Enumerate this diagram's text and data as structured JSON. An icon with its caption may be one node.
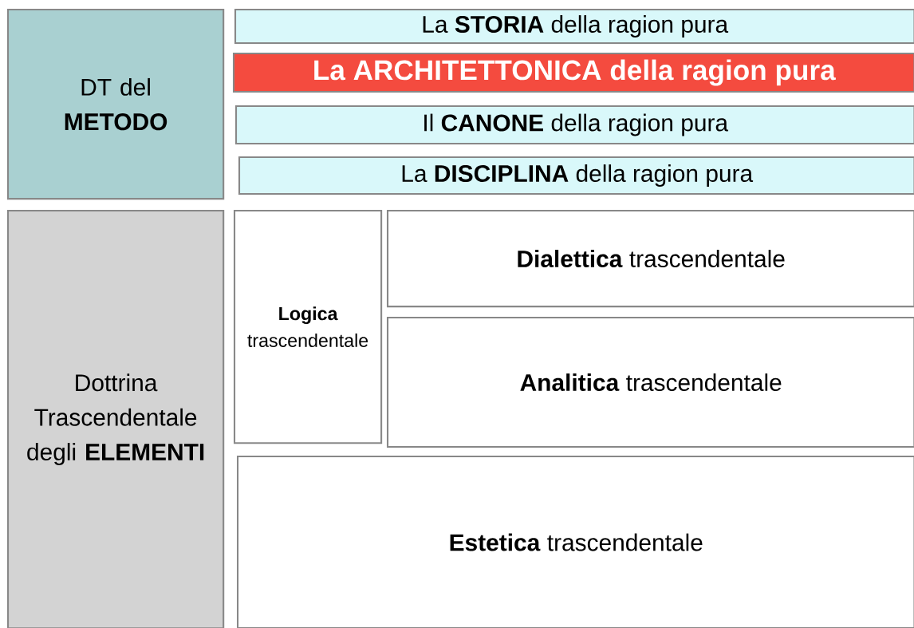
{
  "diagram": {
    "nodes": [
      {
        "text": [
          "DT del **METODO**"
        ]
      },
      {
        "text": [
          "La **STORIA** della ragion pura"
        ]
      },
      {
        "text": [
          "La ARCHITETTONICA della ragion pura"
        ]
      },
      {
        "text": [
          "Il **CANONE** della ragion pura"
        ]
      },
      {
        "text": [
          "La **DISCIPLINA** della ragion pura"
        ]
      },
      {
        "text": [
          "Dottrina Trascendentale degli **ELEMENTI**"
        ]
      },
      {
        "text": [
          "**Logica** trascendentale"
        ]
      },
      {
        "text": [
          "**Dialettica** trascendentale"
        ]
      },
      {
        "text": [
          "**Analitica** trascendentale"
        ]
      },
      {
        "text": [
          "**Estetica** trascendentale"
        ]
      }
    ]
  }
}
